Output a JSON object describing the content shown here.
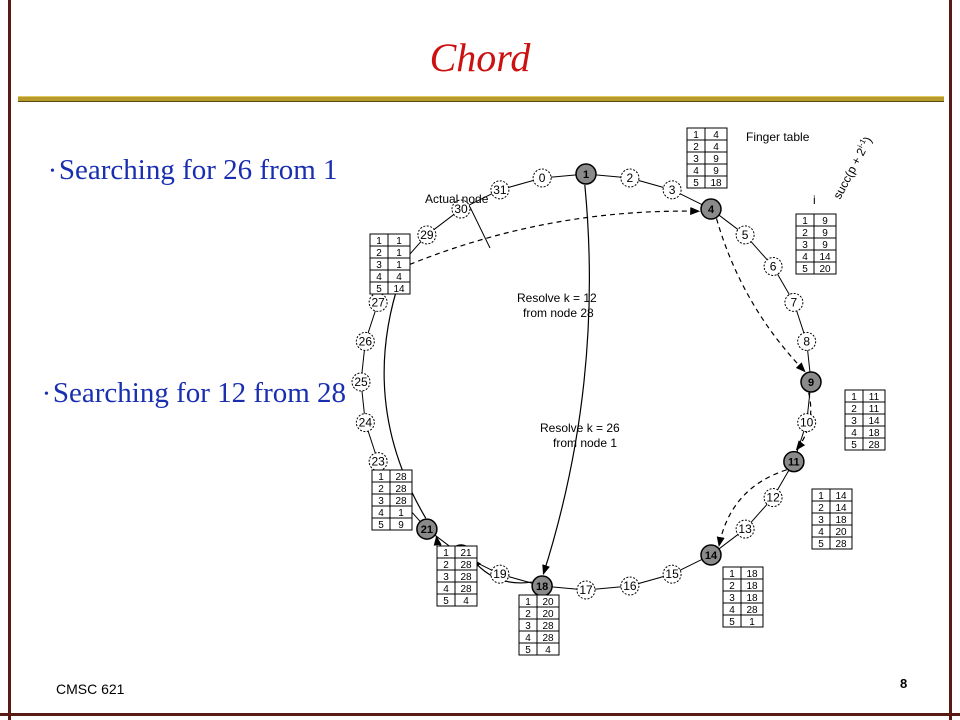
{
  "slide": {
    "title": "Chord",
    "bullets": [
      "Searching for 26 from 1",
      "Searching for 12 from 28"
    ],
    "footer_left": "CMSC 621",
    "page_number": "8"
  },
  "diagram": {
    "ring_size": 32,
    "labels": {
      "finger_table": "Finger table",
      "actual_node": "Actual node",
      "col_i": "i",
      "col_succ": "succ(p + 2",
      "col_succ_exp": "i-1",
      "col_succ_close": ")",
      "resolve_12_line1": "Resolve k = 12",
      "resolve_12_line2": "from node 28",
      "resolve_26_line1": "Resolve k = 26",
      "resolve_26_line2": "from node 1"
    },
    "actual_nodes": [
      {
        "id": 1,
        "fingers": [
          4,
          4,
          9,
          9,
          18
        ]
      },
      {
        "id": 4,
        "fingers": [
          9,
          9,
          9,
          14,
          20
        ]
      },
      {
        "id": 9,
        "fingers": [
          11,
          11,
          14,
          18,
          28
        ]
      },
      {
        "id": 11,
        "fingers": [
          14,
          14,
          18,
          20,
          28
        ]
      },
      {
        "id": 14,
        "fingers": [
          18,
          18,
          18,
          28,
          1
        ]
      },
      {
        "id": 18,
        "fingers": [
          20,
          20,
          28,
          28,
          4
        ]
      },
      {
        "id": 20,
        "fingers": [
          21,
          28,
          28,
          28,
          4
        ]
      },
      {
        "id": 21,
        "fingers": [
          28,
          28,
          28,
          1,
          9
        ]
      },
      {
        "id": 28,
        "fingers": [
          1,
          1,
          1,
          4,
          14
        ]
      }
    ],
    "lookup_26_from_1": [
      1,
      18,
      20,
      21,
      28
    ],
    "lookup_12_from_28": [
      28,
      4,
      9,
      11,
      14
    ]
  }
}
